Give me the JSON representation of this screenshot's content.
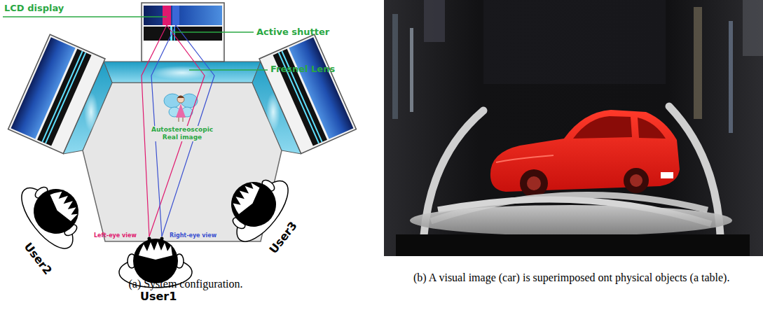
{
  "diagram": {
    "labels": [
      "LCD display",
      "Active shutter",
      "Fresnel Lens",
      "Autostereoscopic Real image",
      "Left-eye view",
      "Right-eye view",
      "User1",
      "User2",
      "User3",
      "(a) System configuration.",
      "(b) A visual image (car) is superimposed ont physical objects (a table)."
    ]
  }
}
